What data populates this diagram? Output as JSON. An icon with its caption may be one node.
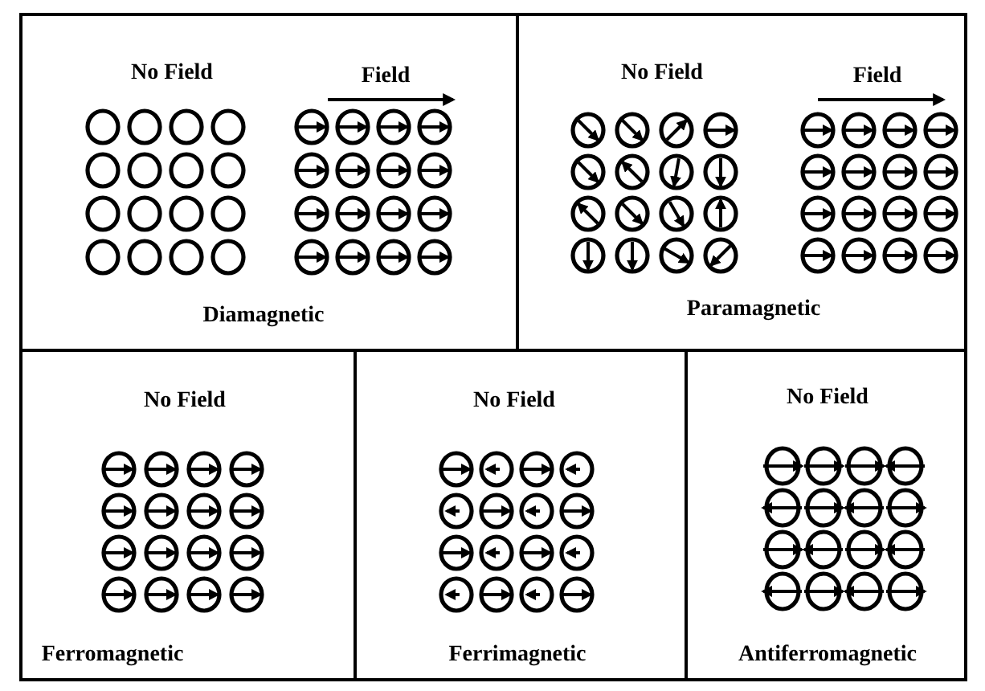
{
  "diagram": {
    "nodes": [
      {
        "text": [
          "No Field",
          "Field",
          "Diamagnetic"
        ]
      },
      {
        "text": [
          "No Field",
          "Field",
          "Paramagnetic"
        ]
      },
      {
        "text": [
          "No Field",
          "Ferromagnetic"
        ]
      },
      {
        "text": [
          "No Field",
          "Ferrimagnetic"
        ]
      },
      {
        "text": [
          "No Field",
          "Antiferromagnetic"
        ]
      }
    ]
  }
}
